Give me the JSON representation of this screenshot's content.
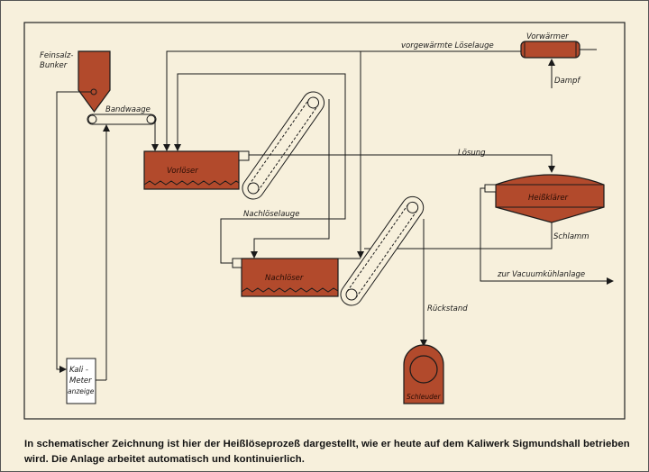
{
  "diagram": {
    "labels": {
      "bunker_line1": "Feinsalz-",
      "bunker_line2": "Bunker",
      "bandwaage": "Bandwaage",
      "vorloeser": "Vorlöser",
      "nachloeselauge": "Nachlöselauge",
      "nachloeser": "Nachlöser",
      "vorgewaermte": "vorgewärmte  Löselauge",
      "vorwaermer": "Vorwärmer",
      "dampf": "Dampf",
      "loesung": "Lösung",
      "heissklaerer": "Heißklärer",
      "schlamm": "Schlamm",
      "vacuum": "zur  Vacuumkühlanlage",
      "rueckstand": "Rückstand",
      "schleuder": "Schleuder",
      "kali_line1": "Kali -",
      "kali_line2": "Meter",
      "kali_line3": "anzeige"
    },
    "colors": {
      "vessel": "#b24a2c",
      "paper": "#f7f0dc",
      "line": "#1a1a1a"
    }
  },
  "caption": "In schematischer Zeichnung ist hier der Heißlöseprozeß dargestellt, wie er heute auf dem Kaliwerk Sigmundshall betrieben wird. Die Anlage arbeitet automatisch und kontinuierlich."
}
